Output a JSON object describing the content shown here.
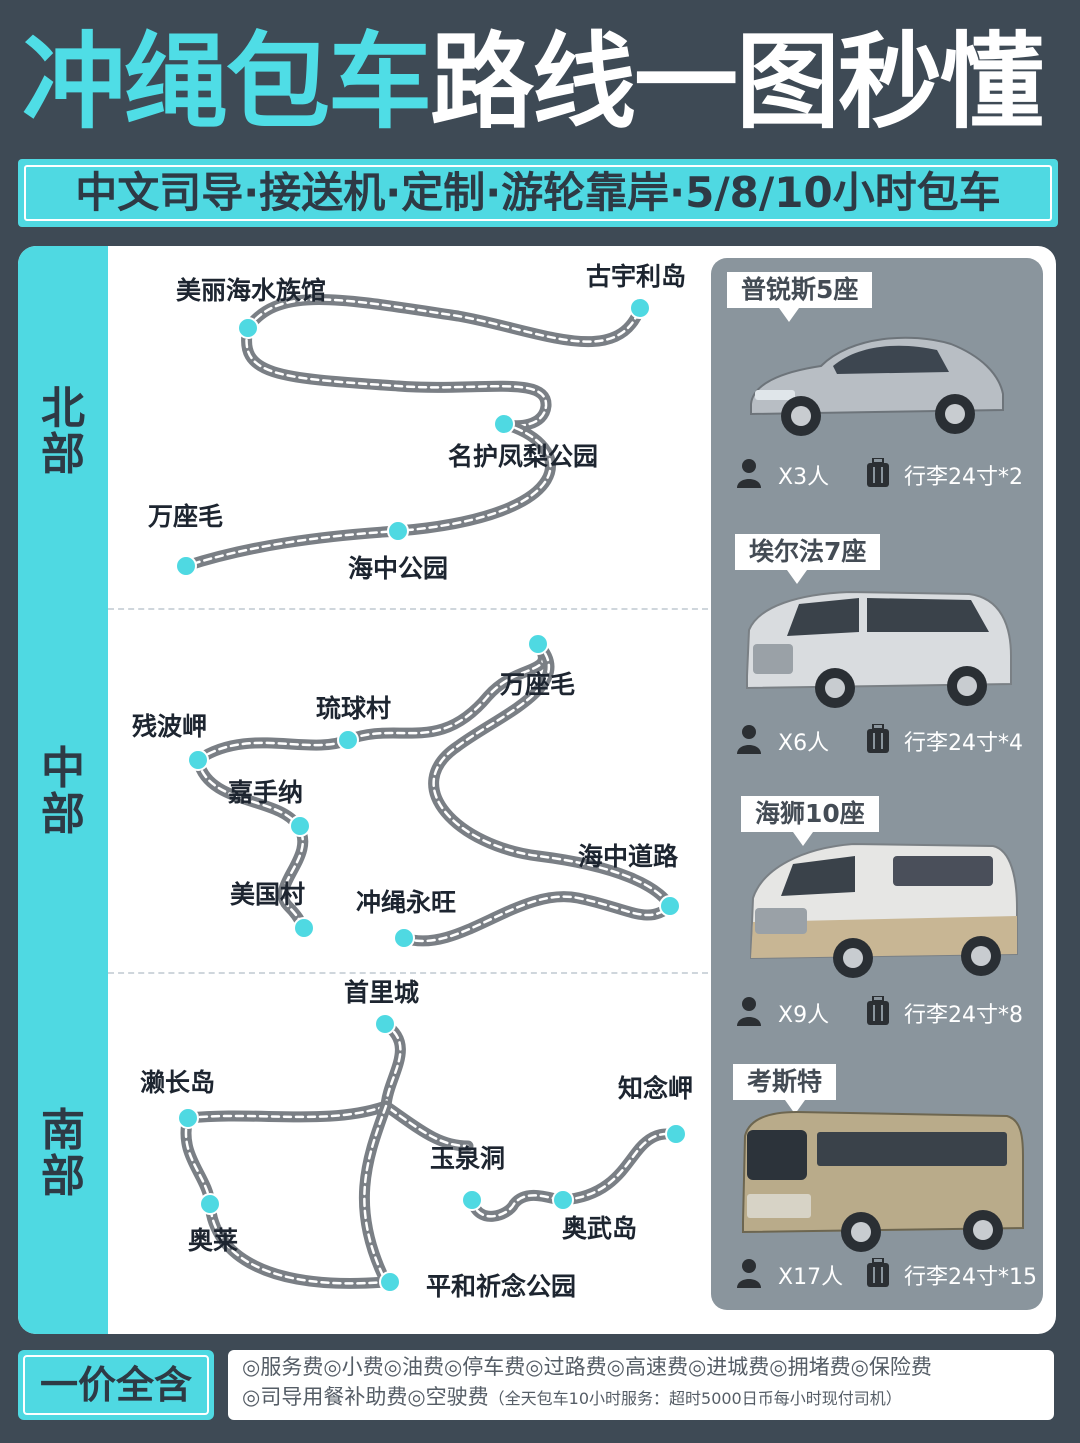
{
  "header": {
    "title_part1": "冲绳包车",
    "title_part2": "路线一图秒懂",
    "subtitle": "中文司导·接送机·定制·游轮靠岸·5/8/10小时包车"
  },
  "regions": [
    {
      "label_1": "北",
      "label_2": "部"
    },
    {
      "label_1": "中",
      "label_2": "部"
    },
    {
      "label_1": "南",
      "label_2": "部"
    }
  ],
  "places": {
    "north": [
      "美丽海水族馆",
      "古宇利岛",
      "名护凤梨公园",
      "万座毛",
      "海中公园"
    ],
    "central": [
      "万座毛",
      "琉球村",
      "残波岬",
      "嘉手纳",
      "美国村",
      "冲绳永旺",
      "海中道路"
    ],
    "south": [
      "首里城",
      "濑长岛",
      "知念岬",
      "玉泉洞",
      "奥武岛",
      "奥莱",
      "平和祈念公园"
    ]
  },
  "vehicles": [
    {
      "name": "普锐斯5座",
      "passengers": "X3人",
      "luggage": "行李24寸*2"
    },
    {
      "name": "埃尔法7座",
      "passengers": "X6人",
      "luggage": "行李24寸*4"
    },
    {
      "name": "海狮10座",
      "passengers": "X9人",
      "luggage": "行李24寸*8"
    },
    {
      "name": "考斯特",
      "passengers": "X17人",
      "luggage": "行李24寸*15"
    }
  ],
  "footer": {
    "badge": "一价全含",
    "fees_line1": "◎服务费◎小费◎油费◎停车费◎过路费◎高速费◎进城费◎拥堵费◎保险费",
    "fees_line2": "◎司导用餐补助费◎空驶费",
    "note": "（全天包车10小时服务：超时5000日币每小时现付司机）"
  },
  "colors": {
    "accent": "#4fd9e2",
    "background": "#3e4a55",
    "road": "#7a7f85",
    "vehicle_panel": "#8a959d"
  }
}
